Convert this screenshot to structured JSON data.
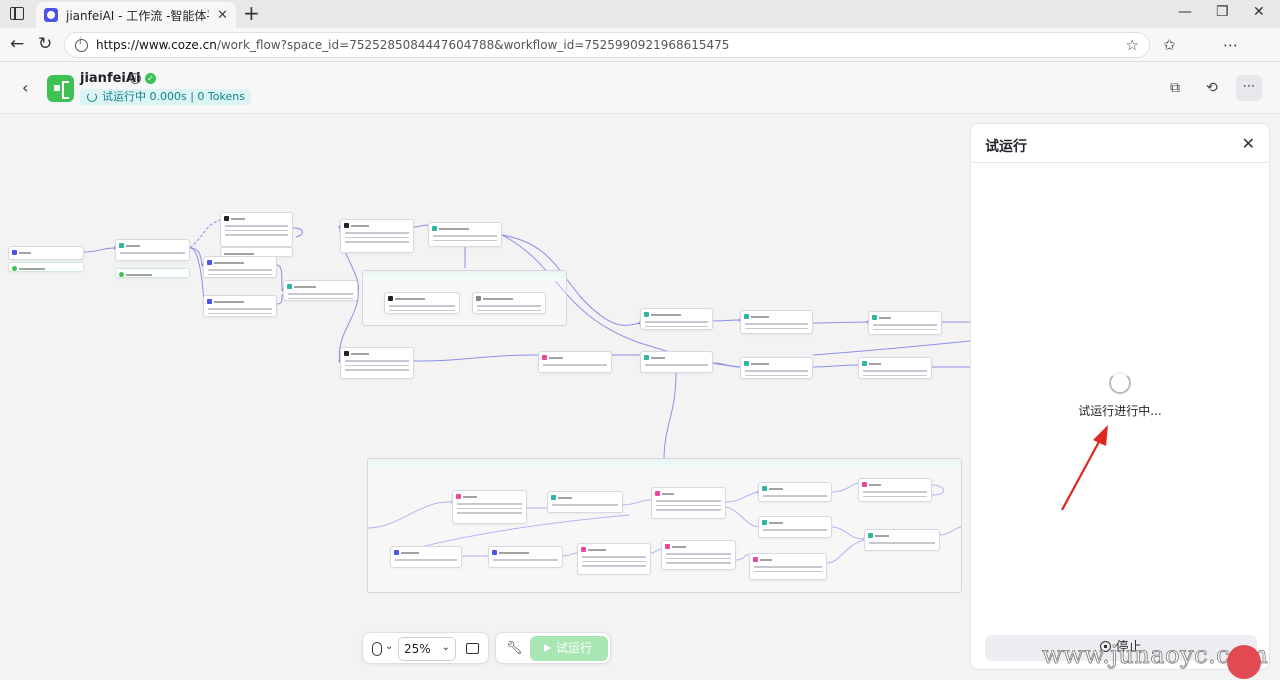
{
  "browser": {
    "tab_title": "jianfeiAI - 工作流 -智能体平台",
    "tab_close": "✕",
    "new_tab": "+",
    "url_host": "https://www.coze.cn",
    "url_path": "/work_flow?space_id=7525285084447604788&workflow_id=7525990921968615475",
    "win_minimize": "—",
    "win_restore": "❐",
    "win_close": "✕"
  },
  "header": {
    "back": "‹",
    "workflow_name": "jianfeiAI",
    "info": "i",
    "verified": "✓",
    "run_status": "试运行中 0.000s | 0 Tokens"
  },
  "toolbar": {
    "zoom_level": "25%",
    "run_label": "试运行"
  },
  "panel": {
    "title": "试运行",
    "close": "✕",
    "running_text": "试运行进行中...",
    "stop_label": "停止"
  },
  "watermark": "www.junaoyc.com",
  "colors": {
    "accent": "#4d53e8",
    "status_teal": "#12838a",
    "run_green": "#a8e6b3",
    "edge": "#8b8ee8",
    "arrow_red": "#e0271f"
  }
}
